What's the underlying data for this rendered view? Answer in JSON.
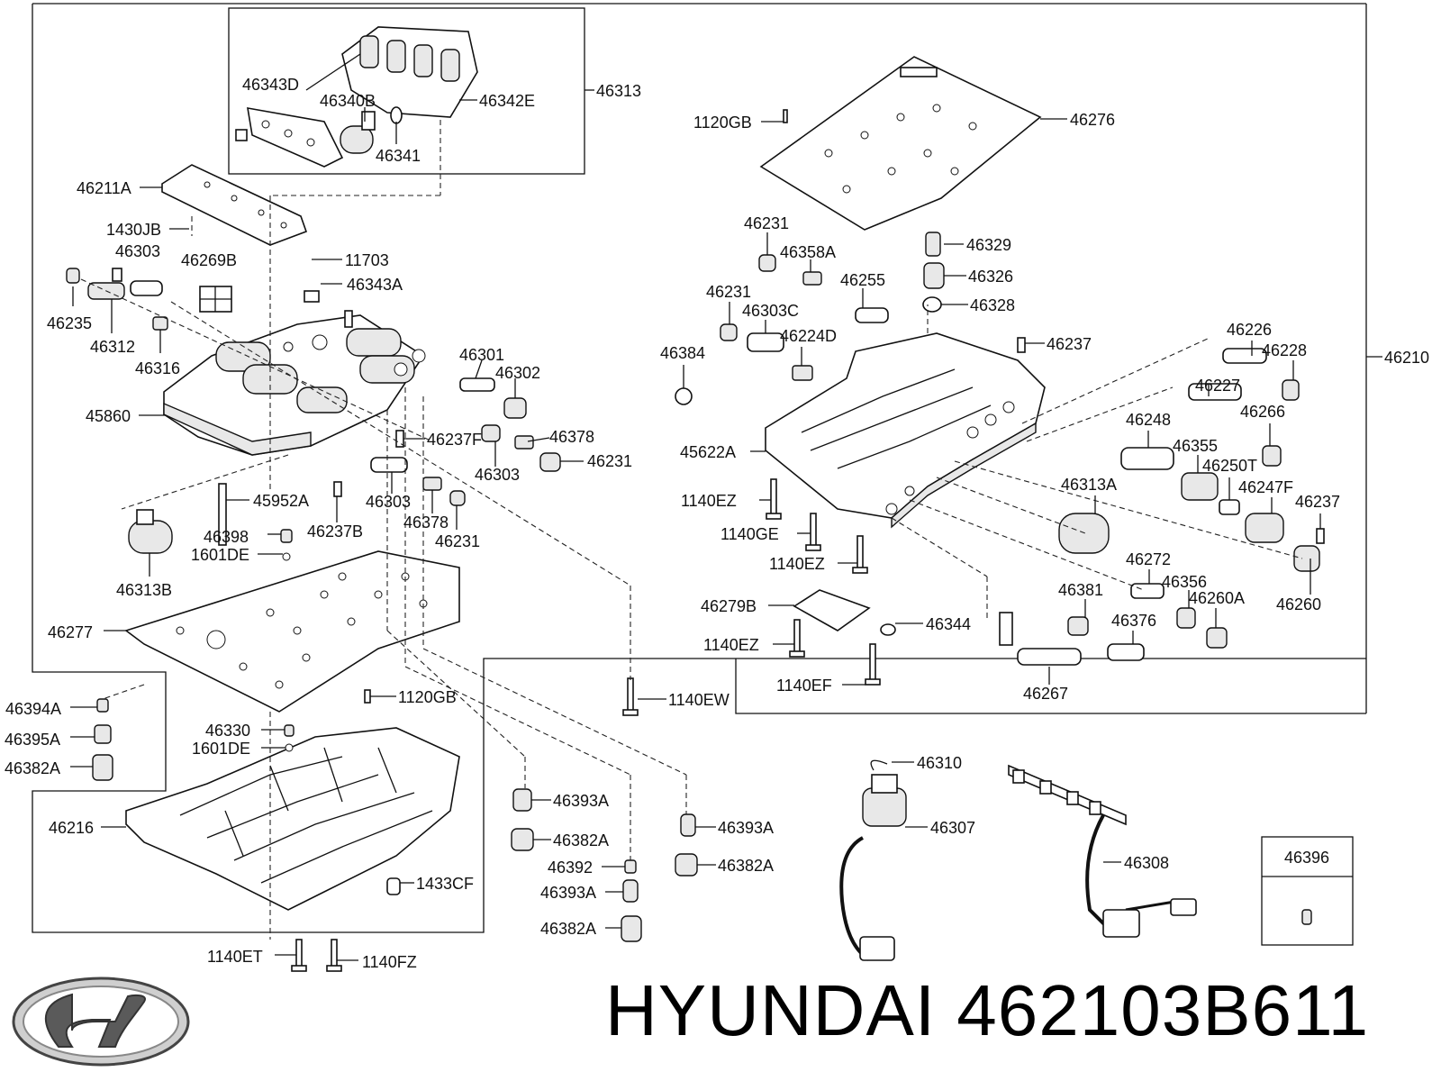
{
  "brand": {
    "name": "HYUNDAI",
    "part_number": "462103B611",
    "logo_icon": "hyundai-logo-icon"
  },
  "callouts": [
    "46343D",
    "46340B",
    "46342E",
    "46313",
    "46341",
    "46211A",
    "1430JB",
    "46303",
    "46269B",
    "11703",
    "46343A",
    "46235",
    "46312",
    "46316",
    "46301",
    "46302",
    "45860",
    "46237F",
    "46378",
    "46231",
    "46303",
    "46303",
    "46378",
    "46231",
    "45952A",
    "46237B",
    "46398",
    "1601DE",
    "46313B",
    "46277",
    "46394A",
    "46395A",
    "46382A",
    "1120GB",
    "1140EW",
    "46330",
    "1601DE",
    "46216",
    "1433CF",
    "1140ET",
    "1140FZ",
    "46393A",
    "46382A",
    "46392",
    "46393A",
    "46382A",
    "46393A",
    "46382A",
    "1120GB",
    "46276",
    "46231",
    "46358A",
    "46329",
    "46326",
    "46255",
    "46328",
    "46231",
    "46303C",
    "46224D",
    "46237",
    "46384",
    "46226",
    "46228",
    "46210",
    "46227",
    "46266",
    "46248",
    "46355",
    "46250T",
    "45622A",
    "46313A",
    "46247F",
    "46237",
    "1140EZ",
    "1140GE",
    "1140EZ",
    "46272",
    "46356",
    "46381",
    "46260A",
    "46260",
    "46279B",
    "46344",
    "46376",
    "1140EZ",
    "1140EF",
    "46267",
    "46310",
    "46307",
    "46308",
    "46396"
  ]
}
